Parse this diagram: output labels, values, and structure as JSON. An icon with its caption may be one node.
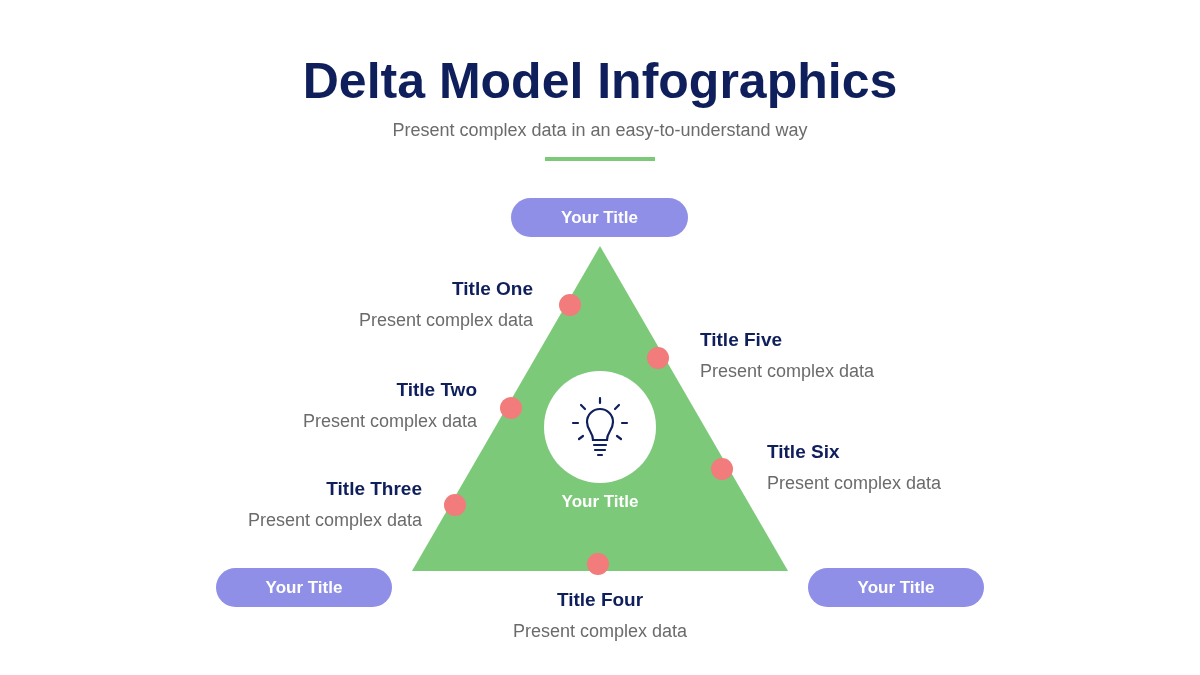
{
  "diagram": {
    "title": "Delta Model Infographics",
    "caption": "Present complex data in an easy-to-understand way",
    "nodes": [
      {
        "text": [
          "Your Title"
        ]
      },
      {
        "text": [
          "Your Title"
        ]
      },
      {
        "text": [
          "Your Title"
        ]
      },
      {
        "text": [
          "Your Title"
        ]
      }
    ],
    "labels": [
      "Title One",
      "Present complex data",
      "Title Two",
      "Present complex data",
      "Title Three",
      "Present complex data",
      "Title Four",
      "Present complex data",
      "Title Five",
      "Present complex data",
      "Title Six",
      "Present complex data"
    ]
  }
}
